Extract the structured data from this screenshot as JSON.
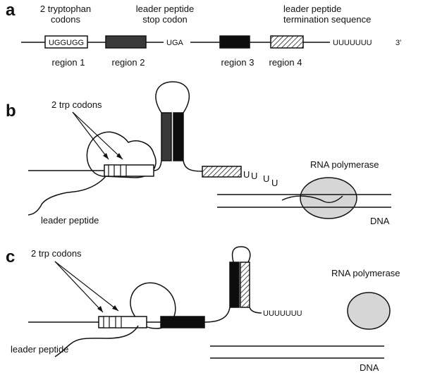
{
  "panel_a": {
    "letter": "a",
    "label_trp_codons": [
      "2 tryptophan",
      "codons"
    ],
    "label_stop": [
      "leader peptide",
      "stop codon"
    ],
    "label_termination": [
      "leader peptide",
      "termination sequence"
    ],
    "seq_ugg": "UGGUGG",
    "seq_uga": "UGA",
    "seq_u_tail": "UUUUUUU",
    "end_3prime": "3'",
    "regions": [
      "region 1",
      "region 2",
      "region 3",
      "region 4"
    ]
  },
  "panel_b": {
    "letter": "b",
    "label_trp": "2 trp codons",
    "label_rnap": "RNA polymerase",
    "label_leader": "leader peptide",
    "label_dna": "DNA",
    "u_chars": [
      "U",
      "U",
      "U",
      "U"
    ]
  },
  "panel_c": {
    "letter": "c",
    "label_trp": "2 trp codons",
    "label_rnap": "RNA polymerase",
    "label_leader": "leader peptide",
    "label_dna": "DNA",
    "seq_u_tail": "UUUUUUU"
  },
  "colors": {
    "ink": "#111111",
    "region2_fill": "#3a3a3a",
    "region3_fill": "#0d0d0d",
    "rnap_fill": "#d6d6d6"
  }
}
